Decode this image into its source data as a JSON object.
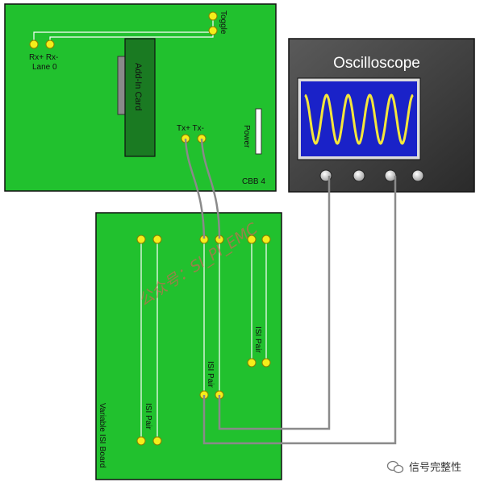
{
  "cbb_board": {
    "name": "CBB 4",
    "toggle_label": "Toggle",
    "rx_label": "Rx+ Rx-",
    "lane_label": "Lane 0",
    "card_label": "Add-In Card",
    "tx_label": "Tx+ Tx-",
    "power_label": "Power"
  },
  "oscilloscope": {
    "title": "Oscilloscope",
    "trace_color": "#f5e63b",
    "screen_color": "#1a22c8"
  },
  "isi_board": {
    "name": "Variable ISI Board",
    "pair_labels": [
      "ISI Pair",
      "ISI Pair",
      "ISI Pair"
    ]
  },
  "watermark": "公众号：SI_PI_EMC",
  "footer": {
    "brand": "信号完整性",
    "icon": "wechat-icon"
  },
  "colors": {
    "board_green": "#21c12e",
    "card_green": "#1a7a22",
    "pin_yellow": "#f4ee1a",
    "cable_gray": "#8a8a8a",
    "scope_gray": "#3e3e3e"
  }
}
